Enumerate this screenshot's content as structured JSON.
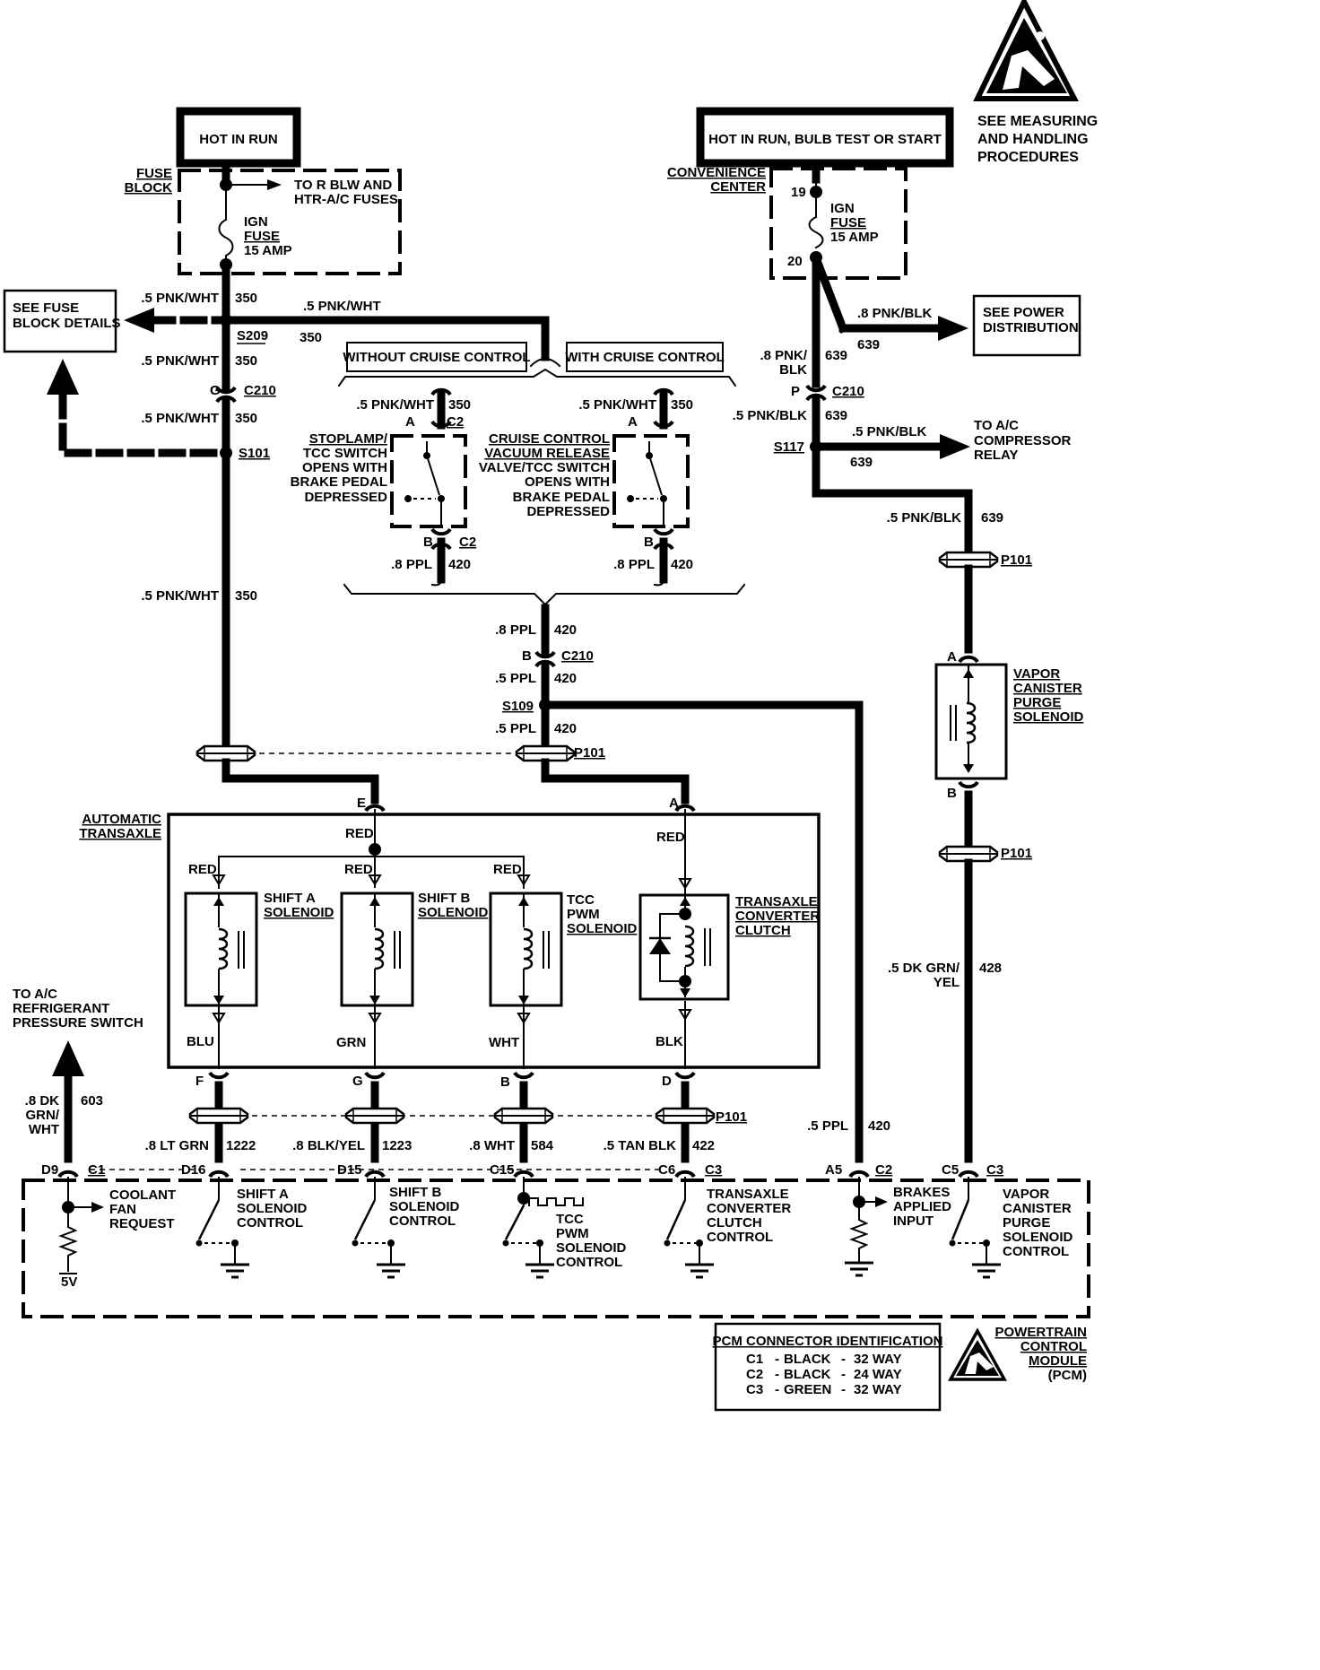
{
  "labels": {
    "hot_run_1": "HOT IN RUN",
    "hot_run_2": "HOT IN RUN, BULB TEST OR START",
    "see_measure": [
      "SEE MEASURING",
      "AND HANDLING",
      "PROCEDURES"
    ],
    "fuse_block": [
      "FUSE",
      "BLOCK"
    ],
    "to_fuses": [
      "TO R BLW AND",
      "HTR-A/C FUSES"
    ],
    "ign_fuse_1": [
      "IGN",
      "FUSE",
      "15 AMP"
    ],
    "convenience": [
      "CONVENIENCE",
      "CENTER"
    ],
    "pin19": "19",
    "pin20": "20",
    "ign_fuse_2": [
      "IGN",
      "FUSE",
      "15 AMP"
    ],
    "see_fuse_block": [
      "SEE FUSE",
      "BLOCK DETAILS"
    ],
    "see_power": [
      "SEE POWER",
      "DISTRIBUTION"
    ],
    "without_cruise": "WITHOUT CRUISE CONTROL",
    "with_cruise": "WITH CRUISE CONTROL",
    "stoplamp_sw": [
      "STOPLAMP/",
      "TCC SWITCH",
      "OPENS WITH",
      "BRAKE PEDAL",
      "DEPRESSED"
    ],
    "cruise_sw": [
      "CRUISE CONTROL",
      "VACUUM RELEASE",
      "VALVE/TCC SWITCH",
      "OPENS WITH",
      "BRAKE PEDAL",
      "DEPRESSED"
    ],
    "to_ac_comp": [
      "TO A/C",
      "COMPRESSOR",
      "RELAY"
    ],
    "vapor_sol": [
      "VAPOR",
      "CANISTER",
      "PURGE",
      "SOLENOID"
    ],
    "auto_trans": [
      "AUTOMATIC",
      "TRANSAXLE"
    ],
    "shift_a": [
      "SHIFT A",
      "SOLENOID"
    ],
    "shift_b": [
      "SHIFT B",
      "SOLENOID"
    ],
    "tcc_pwm": [
      "TCC",
      "PWM",
      "SOLENOID"
    ],
    "trans_cc": [
      "TRANSAXLE",
      "CONVERTER",
      "CLUTCH"
    ],
    "to_ac_ref": [
      "TO A/C",
      "REFRIGERANT",
      "PRESSURE SWITCH"
    ],
    "coolant_fan": [
      "COOLANT",
      "FAN",
      "REQUEST"
    ],
    "shift_a_ctrl": [
      "SHIFT A",
      "SOLENOID",
      "CONTROL"
    ],
    "shift_b_ctrl": [
      "SHIFT B",
      "SOLENOID",
      "CONTROL"
    ],
    "tcc_pwm_ctrl": [
      "TCC",
      "PWM",
      "SOLENOID",
      "CONTROL"
    ],
    "trans_cc_ctrl": [
      "TRANSAXLE",
      "CONVERTER",
      "CLUTCH",
      "CONTROL"
    ],
    "brakes_applied": [
      "BRAKES",
      "APPLIED",
      "INPUT"
    ],
    "vapor_ctrl": [
      "VAPOR",
      "CANISTER",
      "PURGE",
      "SOLENOID",
      "CONTROL"
    ],
    "five_v": "5V",
    "pcm_title": "PCM CONNECTOR IDENTIFICATION",
    "pcm_rows": [
      [
        "C1",
        "-",
        "BLACK",
        "-",
        "32 WAY"
      ],
      [
        "C2",
        "-",
        "BLACK",
        "-",
        "24 WAY"
      ],
      [
        "C3",
        "-",
        "GREEN",
        "-",
        "32 WAY"
      ]
    ],
    "pcm_name": [
      "POWERTRAIN",
      "CONTROL",
      "MODULE",
      "(PCM)"
    ]
  },
  "wires": {
    "w350": "350",
    "w639": "639",
    "w420": "420",
    "w428": "428",
    "w603": "603",
    "w1222": "1222",
    "w1223": "1223",
    "w584": "584",
    "w422": "422",
    "pnkwht": ".5 PNK/WHT",
    "pnkblk_8": ".8 PNK/BLK",
    "pnkblk_8a": ".8 PNK/",
    "blk": "BLK",
    "pnkblk_5": ".5 PNK/BLK",
    "ppl_8": ".8 PPL",
    "ppl_5": ".5 PPL",
    "dkgrnyel": [
      ".5 DK GRN/",
      "YEL"
    ],
    "dkgrnwht": [
      ".8 DK",
      "GRN/",
      "WHT"
    ],
    "ltgrn": ".8 LT GRN",
    "blkyel": ".8 BLK/YEL",
    "wht8": ".8 WHT",
    "tanblk": ".5 TAN BLK",
    "red": "RED",
    "blu": "BLU",
    "grn": "GRN",
    "wht": "WHT",
    "blkc": "BLK"
  },
  "connectors": {
    "s209": "S209",
    "s101": "S101",
    "s117": "S117",
    "s109": "S109",
    "c210": "C210",
    "p101": "P101",
    "c2": "C2",
    "c1": "C1",
    "c3": "C3",
    "pin_g": "G",
    "pin_p": "P",
    "pin_a": "A",
    "pin_b": "B",
    "pin_e": "E",
    "pin_f": "F",
    "pin_d": "D",
    "d9": "D9",
    "d16": "D16",
    "d15": "D15",
    "c15": "C15",
    "c6": "C6",
    "a5": "A5",
    "c5": "C5"
  },
  "icons": [
    "esd-warning-icon",
    "esd-warning-small-icon",
    "solenoid-coil-icon",
    "switch-icon",
    "ground-icon",
    "resistor-icon",
    "diode-icon",
    "fuse-icon"
  ]
}
